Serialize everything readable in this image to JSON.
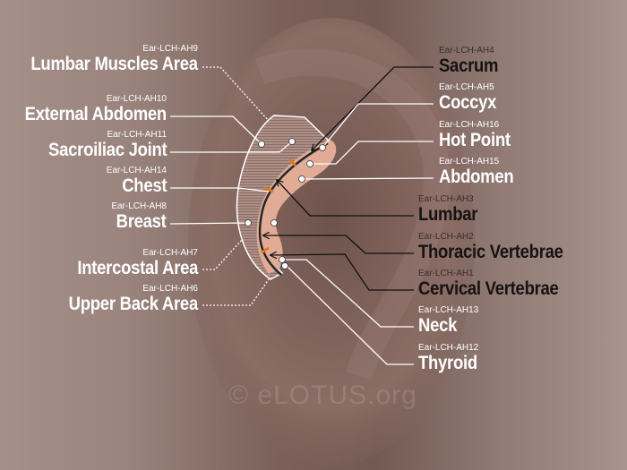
{
  "title": "Ear Acupuncture Points - Antihelix",
  "watermark": "© eLOTUS.org",
  "colors": {
    "background": "#7a6058",
    "antihelix": "#e2ab96",
    "marker": "#e07a1a",
    "line_white": "#ffffff",
    "line_dark": "#1a1414"
  },
  "left_points": [
    {
      "code": "Ear-LCH-AH9",
      "name": "Lumbar Muscles Area"
    },
    {
      "code": "Ear-LCH-AH10",
      "name": "External Abdomen"
    },
    {
      "code": "Ear-LCH-AH11",
      "name": "Sacroiliac Joint"
    },
    {
      "code": "Ear-LCH-AH14",
      "name": "Chest"
    },
    {
      "code": "Ear-LCH-AH8",
      "name": "Breast"
    },
    {
      "code": "Ear-LCH-AH7",
      "name": "Intercostal Area"
    },
    {
      "code": "Ear-LCH-AH6",
      "name": "Upper Back Area"
    }
  ],
  "right_points": [
    {
      "code": "Ear-LCH-AH4",
      "name": "Sacrum"
    },
    {
      "code": "Ear-LCH-AH5",
      "name": "Coccyx"
    },
    {
      "code": "Ear-LCH-AH16",
      "name": "Hot Point"
    },
    {
      "code": "Ear-LCH-AH15",
      "name": "Abdomen"
    },
    {
      "code": "Ear-LCH-AH3",
      "name": "Lumbar"
    },
    {
      "code": "Ear-LCH-AH2",
      "name": "Thoracic Vertebrae"
    },
    {
      "code": "Ear-LCH-AH1",
      "name": "Cervical Vertebrae"
    },
    {
      "code": "Ear-LCH-AH13",
      "name": "Neck"
    },
    {
      "code": "Ear-LCH-AH12",
      "name": "Thyroid"
    }
  ]
}
